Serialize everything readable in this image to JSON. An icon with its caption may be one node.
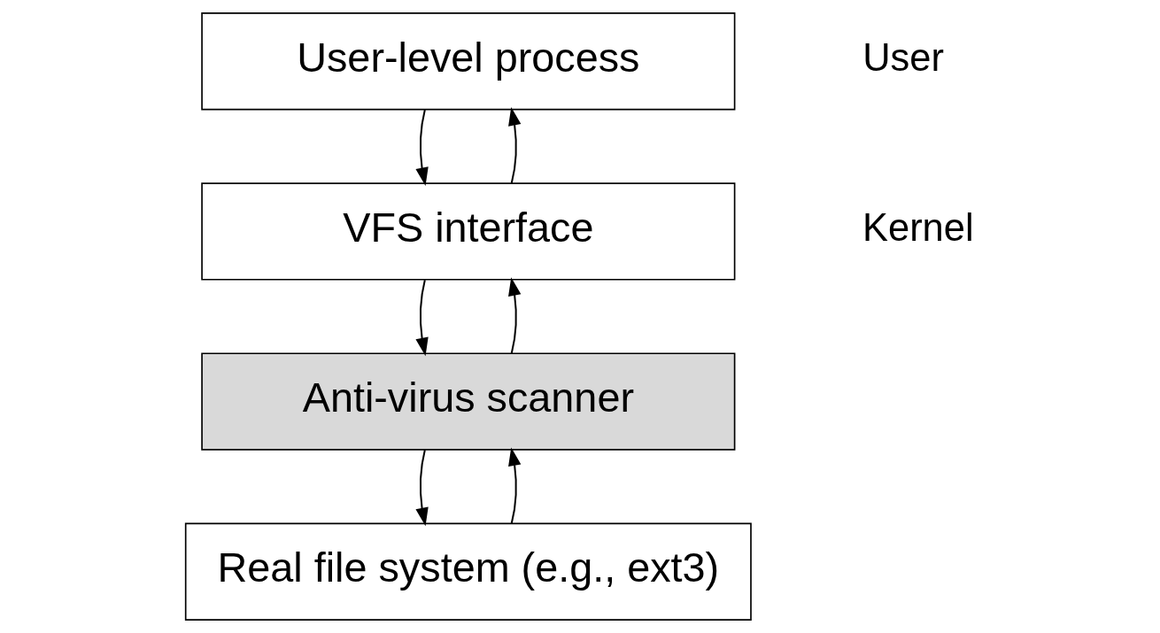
{
  "diagram": {
    "nodes": [
      {
        "text": [
          "User-level process"
        ]
      },
      {
        "text": [
          "VFS interface"
        ]
      },
      {
        "text": [
          "Anti-virus scanner"
        ]
      },
      {
        "text": [
          "Real file system (e.g., ext3)"
        ]
      }
    ],
    "edges": [
      {
        "from": 0,
        "to": 1,
        "arrow": "to"
      },
      {
        "from": 1,
        "to": 0,
        "arrow": "to"
      },
      {
        "from": 1,
        "to": 2,
        "arrow": "to"
      },
      {
        "from": 2,
        "to": 1,
        "arrow": "to"
      },
      {
        "from": 2,
        "to": 3,
        "arrow": "to"
      },
      {
        "from": 3,
        "to": 2,
        "arrow": "to"
      }
    ],
    "labels": [
      "User",
      "Kernel"
    ]
  }
}
